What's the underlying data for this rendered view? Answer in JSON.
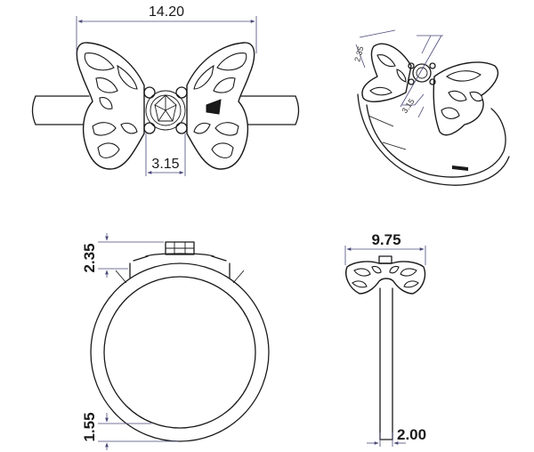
{
  "dimensions": {
    "top_width": "14.20",
    "top_stone": "3.15",
    "iso_a": "2.35",
    "iso_b": "3.15",
    "front_head": "2.35",
    "front_band": "1.55",
    "side_width": "9.75",
    "side_band": "2.00"
  },
  "colors": {
    "line": "#1a1a1a",
    "dimension": "#4a4a7a",
    "background": "#ffffff"
  }
}
